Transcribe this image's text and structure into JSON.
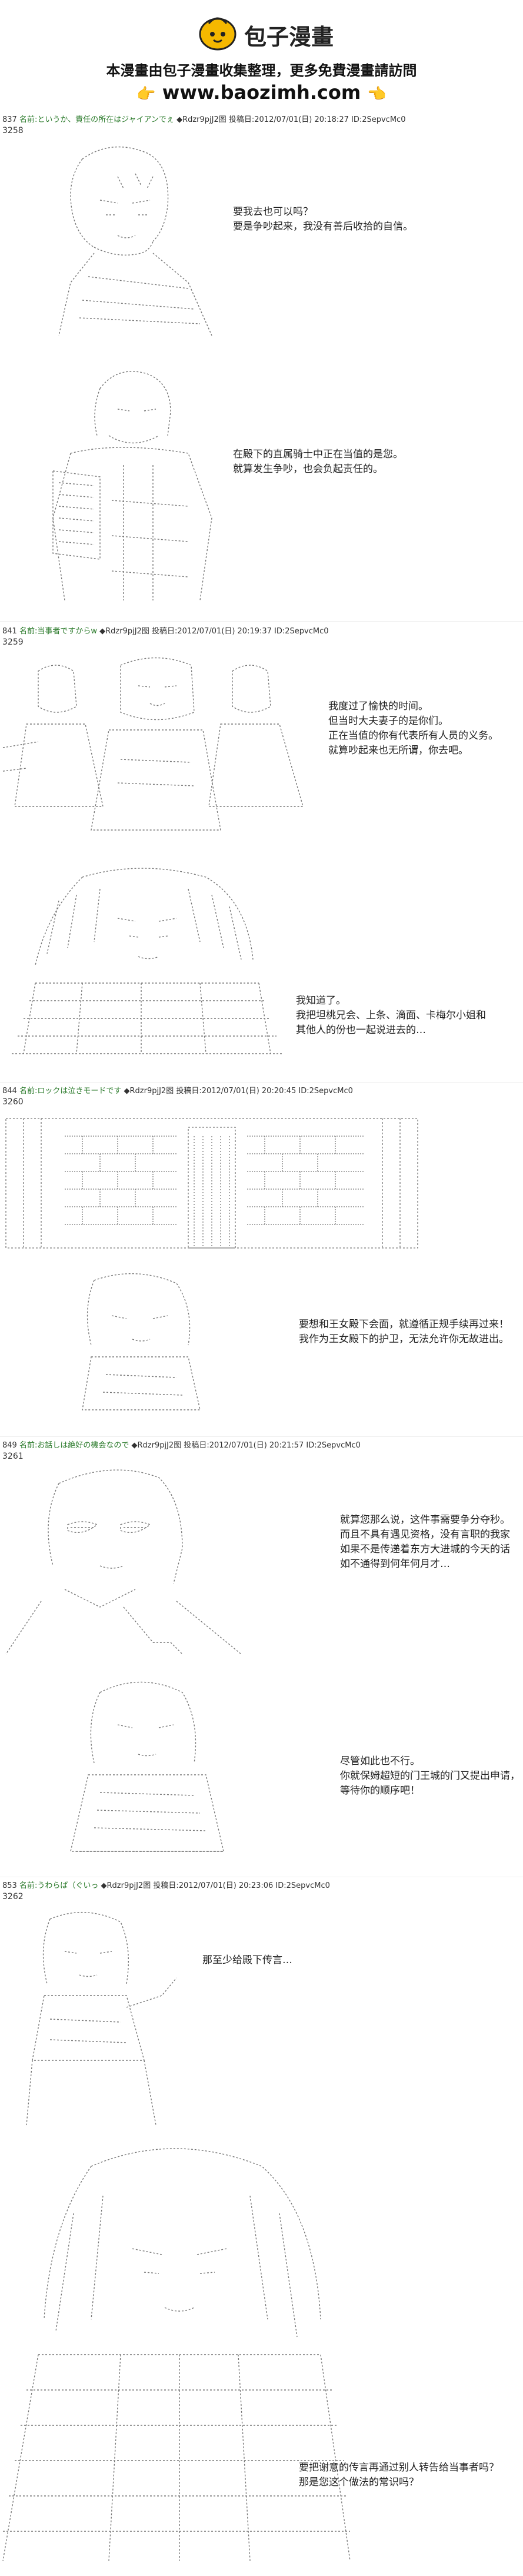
{
  "header": {
    "logo_text": "包子漫畫",
    "tagline": "本漫畫由包子漫畫收集整理，更多免費漫畫請訪問",
    "site_url": "www.baozimh.com",
    "hand_left": "👉",
    "hand_right": "👈"
  },
  "posts": [
    {
      "meta_num": "837",
      "meta_name": "名前:というか、責任の所在はジャイアンでぇ",
      "meta_trip": "◆Rdzr9pjJ2图 投稿日:2012/07/01(日) 20:18:27 ID:2SepvcMc0",
      "id": "3258",
      "dialogs": [
        "要我去也可以吗？\n要是争吵起来，我没有善后收拾的自信。",
        "在殿下的直属骑士中正在当值的是您。\n就算发生争吵，也会负起责任的。"
      ]
    },
    {
      "meta_num": "841",
      "meta_name": "名前:当事者ですからw",
      "meta_trip": "◆Rdzr9pjJ2图 投稿日:2012/07/01(日) 20:19:37 ID:2SepvcMc0",
      "id": "3259",
      "dialogs": [
        "我度过了愉快的时间。\n但当时大夫妻子的是你们。\n正在当值的你有代表所有人员的义务。\n就算吵起来也无所谓，你去吧。",
        "我知道了。\n我把坦桃兄会、上条、滴面、卡梅尔小姐和\n其他人的份也一起说进去的…"
      ]
    },
    {
      "meta_num": "844",
      "meta_name": "名前:ロックは泣きモードです",
      "meta_trip": "◆Rdzr9pjJ2图 投稿日:2012/07/01(日) 20:20:45 ID:2SepvcMc0",
      "id": "3260",
      "dialogs": [
        "要想和王女殿下会面，就遵循正规手续再过来！\n我作为王女殿下的护卫，无法允许你无故进出。"
      ]
    },
    {
      "meta_num": "849",
      "meta_name": "名前:お話しは絶好の機会なので",
      "meta_trip": "◆Rdzr9pjJ2图 投稿日:2012/07/01(日) 20:21:57 ID:2SepvcMc0",
      "id": "3261",
      "dialogs": [
        "就算您那么说，这件事需要争分夺秒。\n而且不具有遇见资格，没有言职的我家\n如果不是传递着东方大进城的今天的话\n如不通得到何年何月才…",
        "尽管如此也不行。\n你就保姆超短的门王城的门又提出申请，\n等待你的顺序吧！"
      ]
    },
    {
      "meta_num": "853",
      "meta_name": "名前:うわらば（ぐいっ",
      "meta_trip": "◆Rdzr9pjJ2图 投稿日:2012/07/01(日) 20:23:06 ID:2SepvcMc0",
      "id": "3262",
      "dialogs": [
        "那至少给殿下传言…",
        "要把谢意的传言再通过别人转告给当事者吗？\n那是您这个做法的常识吗？"
      ]
    }
  ]
}
